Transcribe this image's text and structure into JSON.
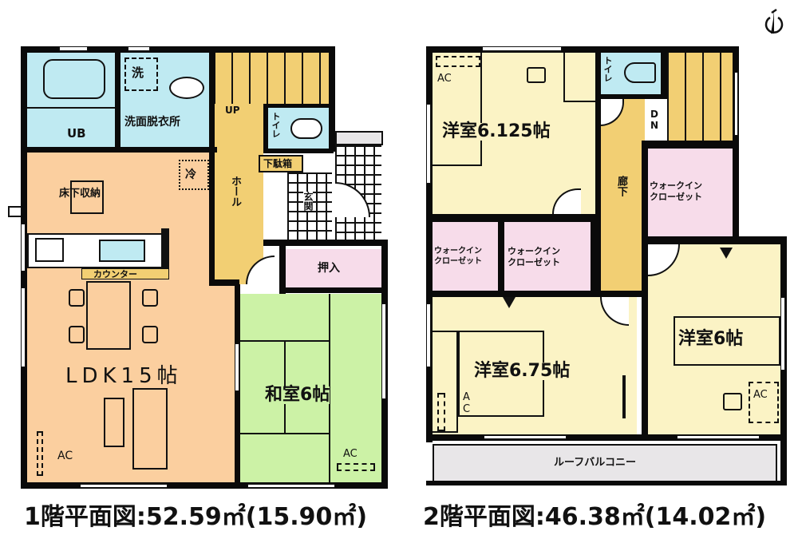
{
  "compass": {
    "icon": "north-arrow-icon"
  },
  "colors": {
    "wet_area": "#bfeaf2",
    "ldk": "#fbcf9f",
    "hall": "#f2cf73",
    "washitsu": "#ccf2a6",
    "storage": "#f7dcea",
    "western_room": "#fbf3c5",
    "balcony": "#e8e6e8",
    "wall": "#0a0a0a"
  },
  "floor1": {
    "caption": "1階平面図:52.59㎡(15.90㎡)",
    "rooms": {
      "unit_bath": "UB",
      "washroom": "洗面脱衣所",
      "washer": "洗",
      "fridge": "冷",
      "underfloor_storage": "床下収納",
      "counter": "カウンター",
      "ldk": "LDK15帖",
      "stairs_up": "UP",
      "toilet": "トイレ",
      "shoe_box": "下駄箱",
      "hall": "ホール",
      "entrance": "玄関",
      "closet": "押入",
      "washitsu": "和室6帖",
      "ac_ldk": "AC",
      "ac_washitsu": "AC"
    }
  },
  "floor2": {
    "caption": "2階平面図:46.38㎡(14.02㎡)",
    "rooms": {
      "western_room_1": "洋室6.125帖",
      "ac_1": "AC",
      "toilet": "トイレ",
      "stairs_down": "DN",
      "corridor": "廊下",
      "wic_right": "ウォークイン\nクローゼット",
      "wic_left_1": "ウォークイン\nクローゼット",
      "wic_left_2": "ウォークイン\nクローゼット",
      "western_room_2": "洋室6.75帖",
      "ac_2": "AC",
      "western_room_3": "洋室6帖",
      "ac_3": "AC",
      "roof_balcony": "ルーフバルコニー"
    }
  }
}
